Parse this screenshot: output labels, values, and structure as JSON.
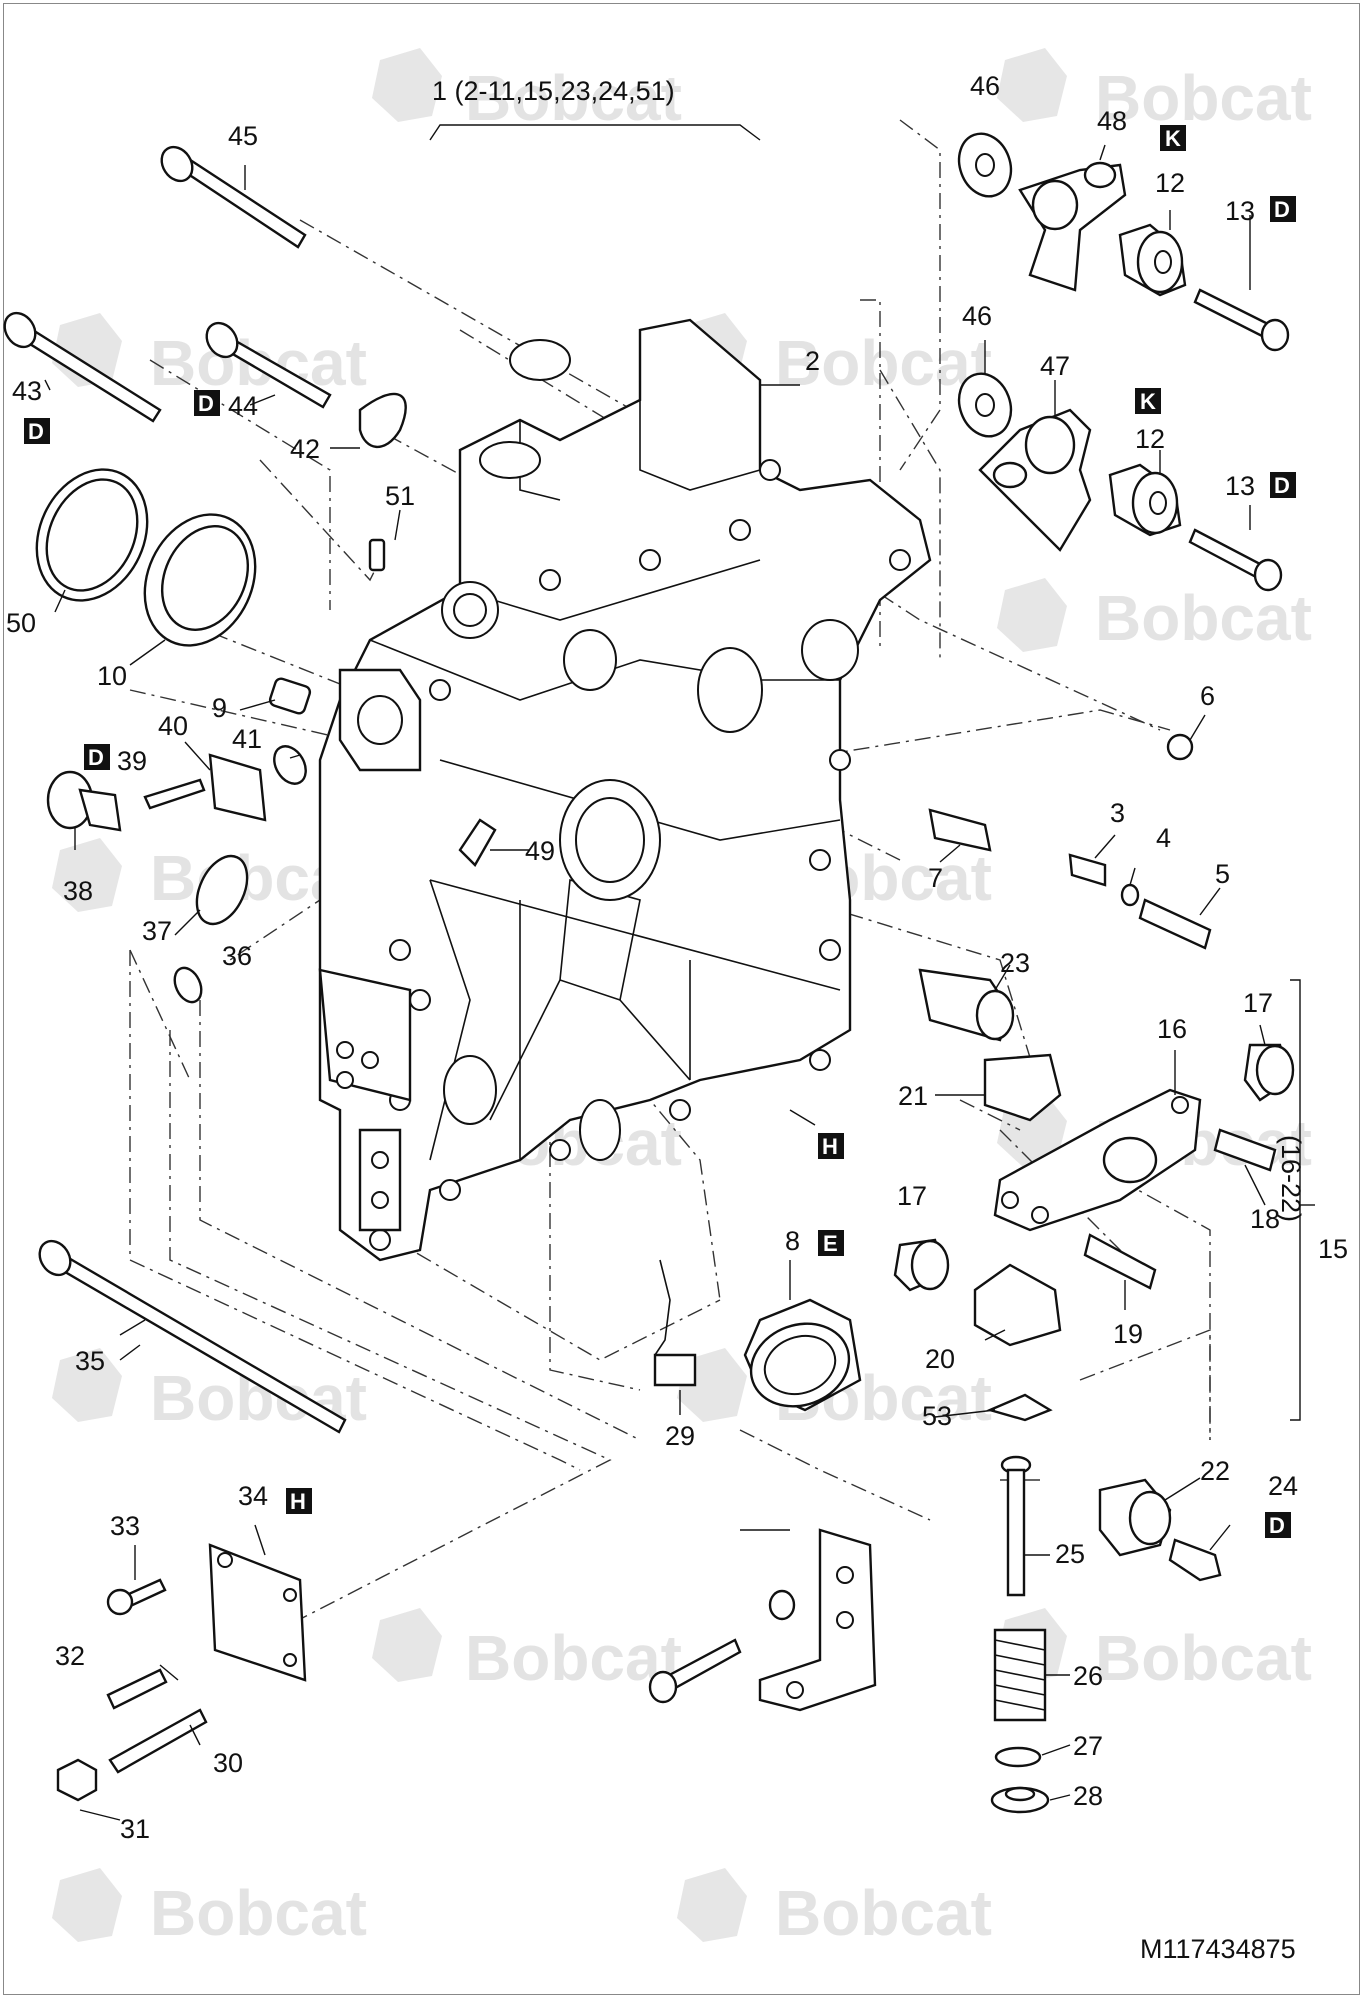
{
  "figure_id": "M117434875",
  "assembly_label": "1 (2-11,15,23,24,51)",
  "group_label": "(16-22)",
  "group_number": "15",
  "watermark": "Bobcat",
  "callouts": {
    "c1": "1",
    "c2": "2",
    "c3": "3",
    "c4": "4",
    "c5": "5",
    "c6": "6",
    "c7": "7",
    "c8": "8",
    "c9": "9",
    "c10": "10",
    "c12a": "12",
    "c12b": "12",
    "c13a": "13",
    "c13b": "13",
    "c16": "16",
    "c17a": "17",
    "c17b": "17",
    "c18": "18",
    "c19": "19",
    "c20": "20",
    "c21": "21",
    "c22": "22",
    "c23": "23",
    "c24": "24",
    "c25": "25",
    "c26": "26",
    "c27": "27",
    "c28": "28",
    "c29": "29",
    "c30": "30",
    "c31": "31",
    "c32": "32",
    "c33": "33",
    "c34": "34",
    "c35": "35",
    "c36": "36",
    "c37": "37",
    "c38": "38",
    "c39": "39",
    "c40": "40",
    "c41": "41",
    "c42": "42",
    "c43": "43",
    "c44": "44",
    "c45": "45",
    "c46a": "46",
    "c46b": "46",
    "c47": "47",
    "c48": "48",
    "c49": "49",
    "c50": "50",
    "c51": "51",
    "c53": "53"
  },
  "marks": {
    "m13a": "D",
    "m13b": "D",
    "m43": "D",
    "m44": "D",
    "m39": "D",
    "m24": "D",
    "m48": "K",
    "m47": "K",
    "mH1": "H",
    "m34": "H",
    "m8": "E"
  }
}
